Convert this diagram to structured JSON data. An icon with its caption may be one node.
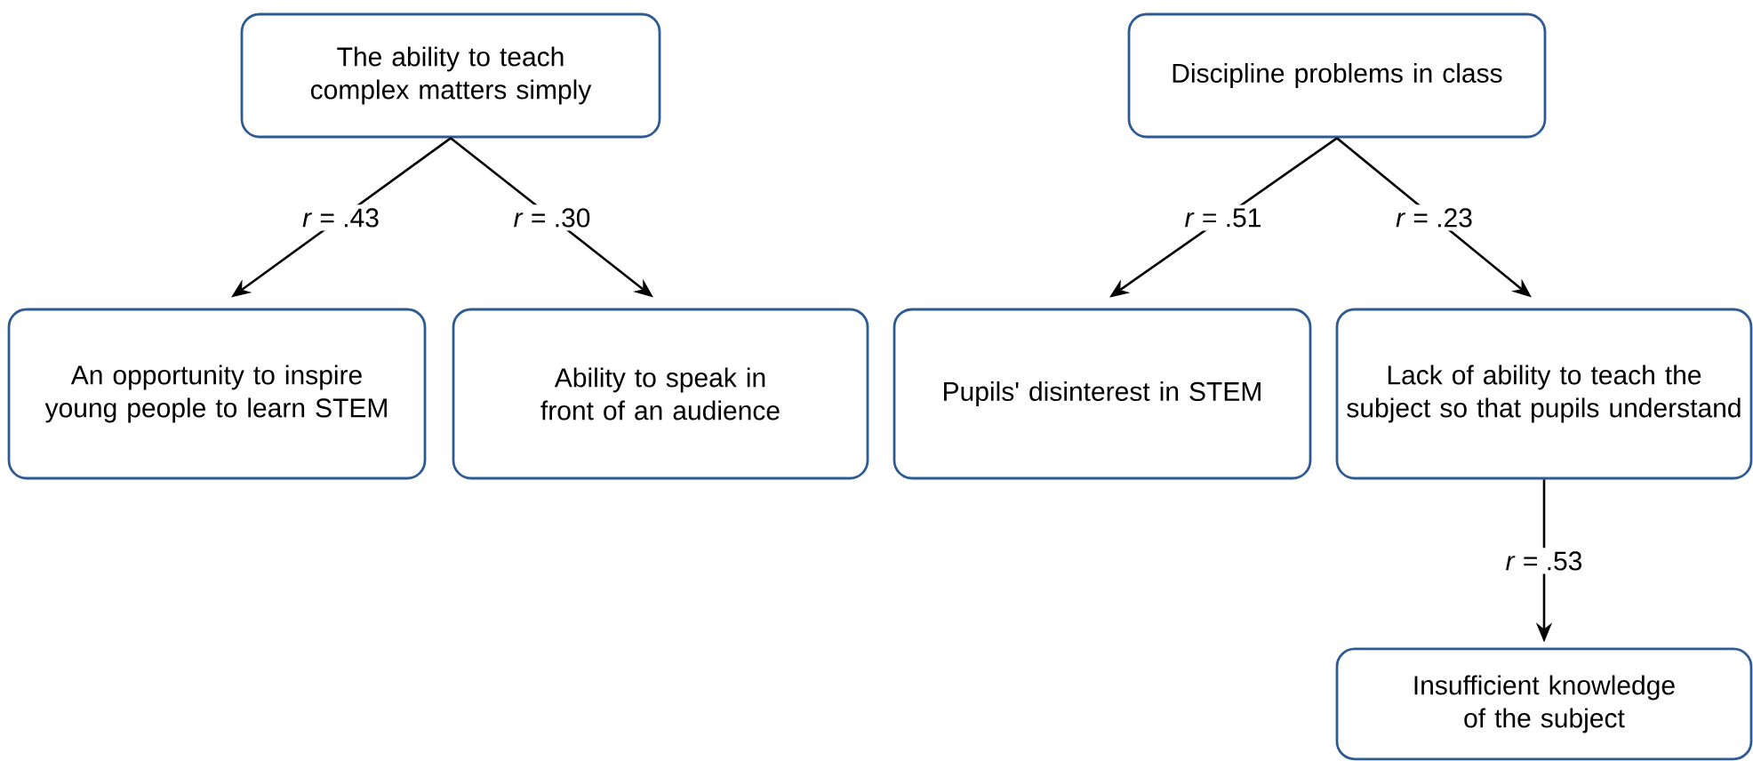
{
  "diagram": {
    "nodes": [
      {
        "text": [
          "The ability to teach complex matters simply"
        ]
      },
      {
        "text": [
          "An opportunity to inspire young people to learn STEM"
        ]
      },
      {
        "text": [
          "Ability to speak in front of an audience"
        ]
      },
      {
        "text": [
          "Discipline problems in class"
        ]
      },
      {
        "text": [
          "Pupils' disinterest in STEM"
        ]
      },
      {
        "text": [
          "Lack of ability to teach the subject so that pupils understand"
        ]
      },
      {
        "text": [
          "Insufficient knowledge of the subject"
        ]
      }
    ],
    "edges": [
      {
        "from": 0,
        "to": 1,
        "arrow": "to",
        "label": "*r* = .43"
      },
      {
        "from": 0,
        "to": 2,
        "arrow": "to",
        "label": "*r* = .30"
      },
      {
        "from": 3,
        "to": 4,
        "arrow": "to",
        "label": "*r* = .51"
      },
      {
        "from": 3,
        "to": 5,
        "arrow": "to",
        "label": "*r* = .23"
      },
      {
        "from": 5,
        "to": 6,
        "arrow": "to",
        "label": "*r* = .53"
      }
    ]
  }
}
